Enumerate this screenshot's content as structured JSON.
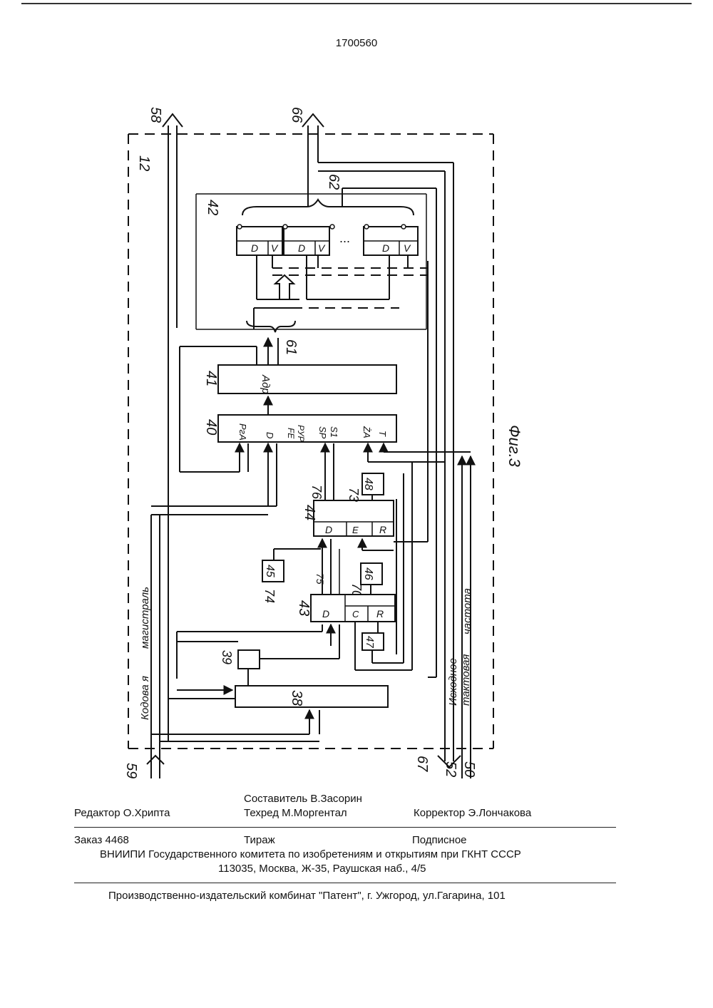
{
  "header": {
    "patent_number": "1700560"
  },
  "diagram": {
    "blocks": [
      {
        "id": "12",
        "label": "12"
      },
      {
        "id": "38",
        "label": "38"
      },
      {
        "id": "39",
        "label": "39"
      },
      {
        "id": "40",
        "label": "40"
      },
      {
        "id": "41",
        "label": "41",
        "inner": "Адр"
      },
      {
        "id": "42",
        "label": "42"
      },
      {
        "id": "43",
        "label": "43"
      },
      {
        "id": "44",
        "label": "44"
      },
      {
        "id": "45",
        "label": "45"
      },
      {
        "id": "46",
        "label": "46"
      },
      {
        "id": "47",
        "label": "47"
      },
      {
        "id": "48",
        "label": "48"
      }
    ],
    "block40_inputs": [
      "PгA",
      "D",
      "FE",
      "PУP",
      "SP",
      "S1",
      "ŻA",
      "T"
    ],
    "flipflop_pins": [
      "D",
      "V"
    ],
    "pins_43": [
      "D",
      "C",
      "R"
    ],
    "pins_44": [
      "D",
      "E",
      "R"
    ],
    "bus_labels": {
      "b58": "58",
      "b66": "66",
      "b62": "62",
      "b61": "61",
      "b59": "59",
      "b67": "67",
      "b52": "52",
      "b50": "50",
      "w73": "73",
      "w74": "74",
      "w75": "75",
      "w76": "76",
      "w70": "70"
    },
    "side_labels": {
      "code_bus_1": "Кодова я",
      "code_bus_2": "магистраль",
      "clock_1": "Исходное",
      "clock_2": "тактовая",
      "clock_3": "частота"
    },
    "ellipsis": "...",
    "figure_caption": "Фиг.3"
  },
  "footer": {
    "compiler": "Составитель В.Засорин",
    "editor": "Редактор О.Хрипта",
    "techred": "Техред М.Моргентал",
    "corrector": "Корректор Э.Лончакова",
    "order": "Заказ 4468",
    "circulation": "Тираж",
    "subscription": "Подписное",
    "org": "ВНИИПИ Государственного комитета по изобретениям и открытиям при ГКНТ СССР",
    "address": "113035, Москва, Ж-35, Раушская наб., 4/5",
    "publisher": "Производственно-издательский комбинат \"Патент\", г. Ужгород, ул.Гагарина, 101"
  }
}
